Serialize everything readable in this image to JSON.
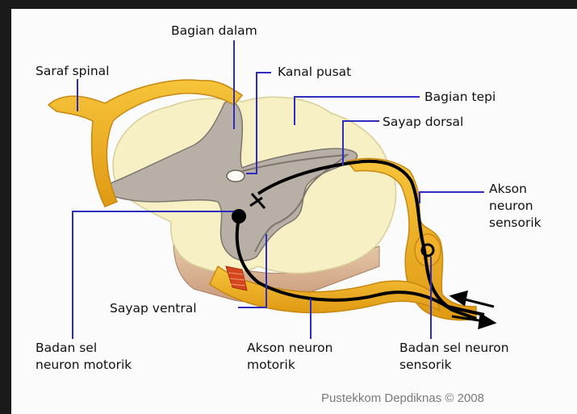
{
  "labels": {
    "bagian_dalam": "Bagian dalam",
    "saraf_spinal": "Saraf spinal",
    "kanal_pusat": "Kanal pusat",
    "bagian_tepi": "Bagian tepi",
    "sayap_dorsal": "Sayap dorsal",
    "akson_sensorik": [
      "Akson",
      "neuron",
      "sensorik"
    ],
    "sayap_ventral": "Sayap ventral",
    "badan_sel_motorik": [
      "Badan sel",
      "neuron motorik"
    ],
    "akson_motorik": [
      "Akson neuron",
      "motorik"
    ],
    "badan_sel_sensorik": [
      "Badan sel neuron",
      "sensorik"
    ]
  },
  "credit": "Pustekkom Depdiknas © 2008",
  "colors": {
    "nerve": "#f2b21f",
    "white_matter": "#f6f0c4",
    "gray_matter": "#b8b0a6",
    "leader_line": "#2c2cbe",
    "axon": "#000000",
    "muscle": "#d6451d"
  }
}
